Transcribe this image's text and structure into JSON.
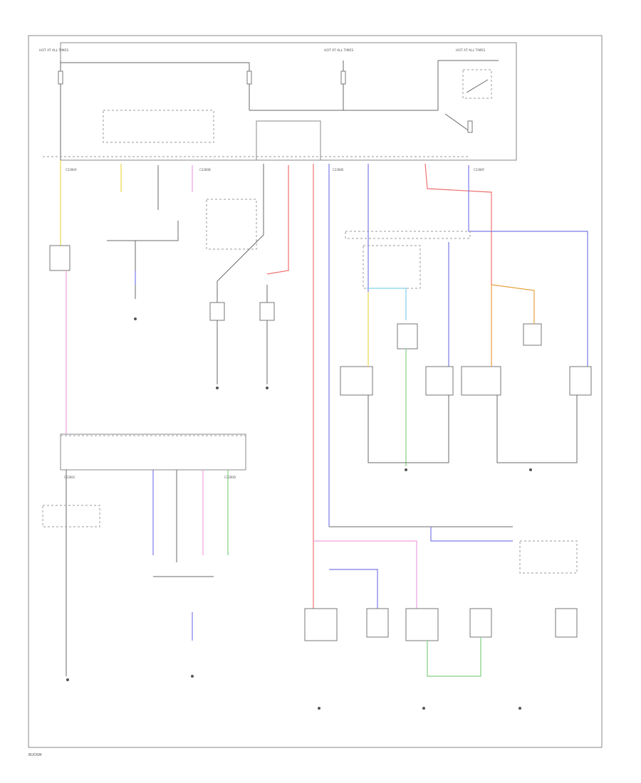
{
  "diagram": {
    "fuse_labels": [
      "HOT AT ALL TIMES",
      "HOT AT ALL TIMES",
      "HOT AT ALL TIMES"
    ],
    "relay_note": "",
    "connector_ids": [
      "C2280A",
      "C2280B",
      "C2280E",
      "C2280F",
      "C2280C",
      "C2280D"
    ],
    "modules": {
      "main": "",
      "cluster": ""
    },
    "lamp_groups": [
      "",
      ""
    ],
    "grounds": [],
    "footer_code": "BUOSM"
  },
  "colors": {
    "wire_default": "#6a6a6a",
    "yellow": "#e8d84a",
    "pink": "#f0a0e0",
    "red": "#f07070",
    "blue": "#7a7ae8",
    "green": "#80d080",
    "orange": "#e8a040"
  }
}
